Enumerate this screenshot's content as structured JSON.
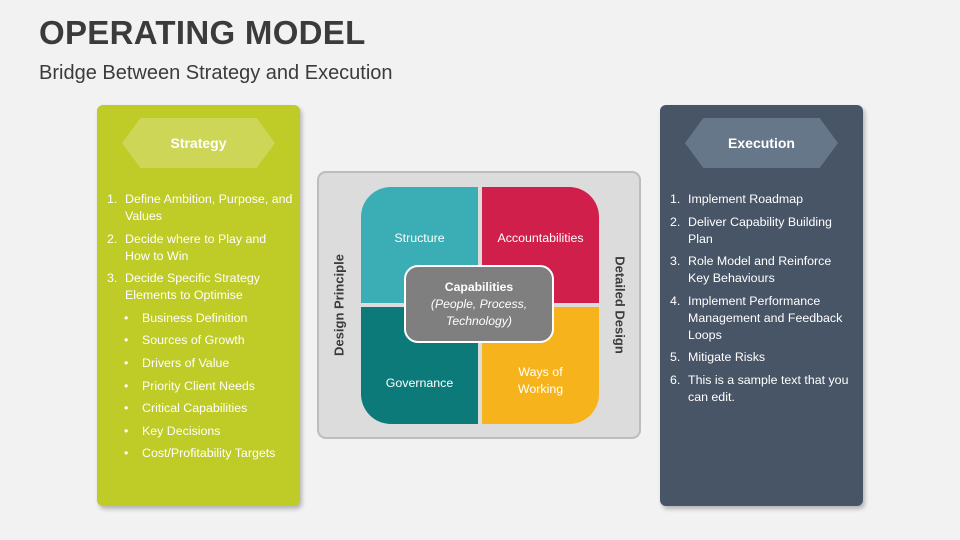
{
  "title": "OPERATING MODEL",
  "subtitle": "Bridge Between Strategy and Execution",
  "strategy": {
    "heading": "Strategy",
    "items": [
      {
        "num": "1.",
        "text": "Define Ambition, Purpose, and Values"
      },
      {
        "num": "2.",
        "text": "Decide where to Play and How to Win"
      },
      {
        "num": "3.",
        "text": "Decide Specific Strategy Elements to Optimise"
      }
    ],
    "bullets": [
      {
        "mark": "•",
        "text": "Business Definition"
      },
      {
        "mark": "•",
        "text": "Sources of Growth"
      },
      {
        "mark": "•",
        "text": "Drivers of Value"
      },
      {
        "mark": "•",
        "text": "Priority Client Needs"
      },
      {
        "mark": "•",
        "text": "Critical Capabilities"
      },
      {
        "mark": "•",
        "text": "Key Decisions"
      },
      {
        "mark": "•",
        "text": "Cost/Profitability Targets"
      }
    ]
  },
  "execution": {
    "heading": "Execution",
    "items": [
      {
        "num": "1.",
        "text": "Implement Roadmap"
      },
      {
        "num": "2.",
        "text": "Deliver Capability Building Plan"
      },
      {
        "num": "3.",
        "text": "Role Model and Reinforce Key Behaviours"
      },
      {
        "num": "4.",
        "text": "Implement Performance Management and Feedback Loops"
      },
      {
        "num": "5.",
        "text": "Mitigate Risks"
      },
      {
        "num": "6.",
        "text": "This is a sample text that you can edit."
      }
    ]
  },
  "model": {
    "left_label": "Design Principle",
    "right_label": "Detailed Design",
    "quadrants": {
      "top_left": "Structure",
      "top_right": "Accountabilities",
      "bottom_left": "Governance",
      "bottom_right": "Ways of Working"
    },
    "center": {
      "heading": "Capabilities",
      "subtext": "(People, Process, Technology)"
    }
  },
  "colors": {
    "strategy_panel": "#bfcb27",
    "execution_panel": "#485567",
    "structure": "#3aadb5",
    "accountabilities": "#d01f4b",
    "governance": "#0d7a7a",
    "ways_of_working": "#f7b31b",
    "capabilities": "#7f7f7f"
  }
}
